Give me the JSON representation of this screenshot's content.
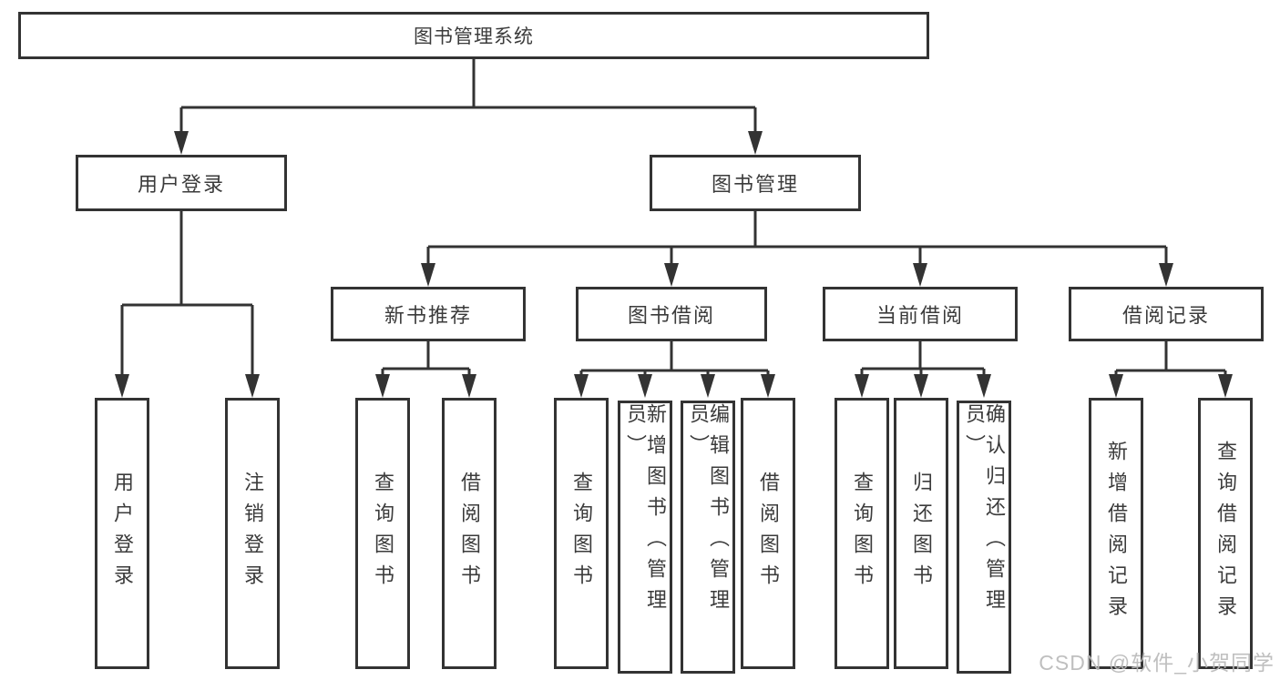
{
  "root": {
    "label": "图书管理系统"
  },
  "level2": {
    "user_login": {
      "label": "用户登录"
    },
    "book_mgmt": {
      "label": "图书管理"
    }
  },
  "level3": {
    "new_books": {
      "label": "新书推荐"
    },
    "borrowing": {
      "label": "图书借阅"
    },
    "current": {
      "label": "当前借阅"
    },
    "records": {
      "label": "借阅记录"
    }
  },
  "leaves": {
    "user_login": [
      "用户登录",
      "注销登录"
    ],
    "new_books": [
      "查询图书",
      "借阅图书"
    ],
    "borrowing": [
      "查询图书",
      "新增图书（管理员）",
      "编辑图书（管理员）",
      "借阅图书"
    ],
    "current": [
      "查询图书",
      "归还图书",
      "确认归还（管理员）"
    ],
    "records": [
      "新增借阅记录",
      "查询借阅记录"
    ]
  },
  "watermark": {
    "text": "CSDN @软件_小贺同学"
  },
  "colors": {
    "line": "#333333",
    "text": "#3b3b3b",
    "watermark": "#bababa",
    "background": "#ffffff"
  }
}
